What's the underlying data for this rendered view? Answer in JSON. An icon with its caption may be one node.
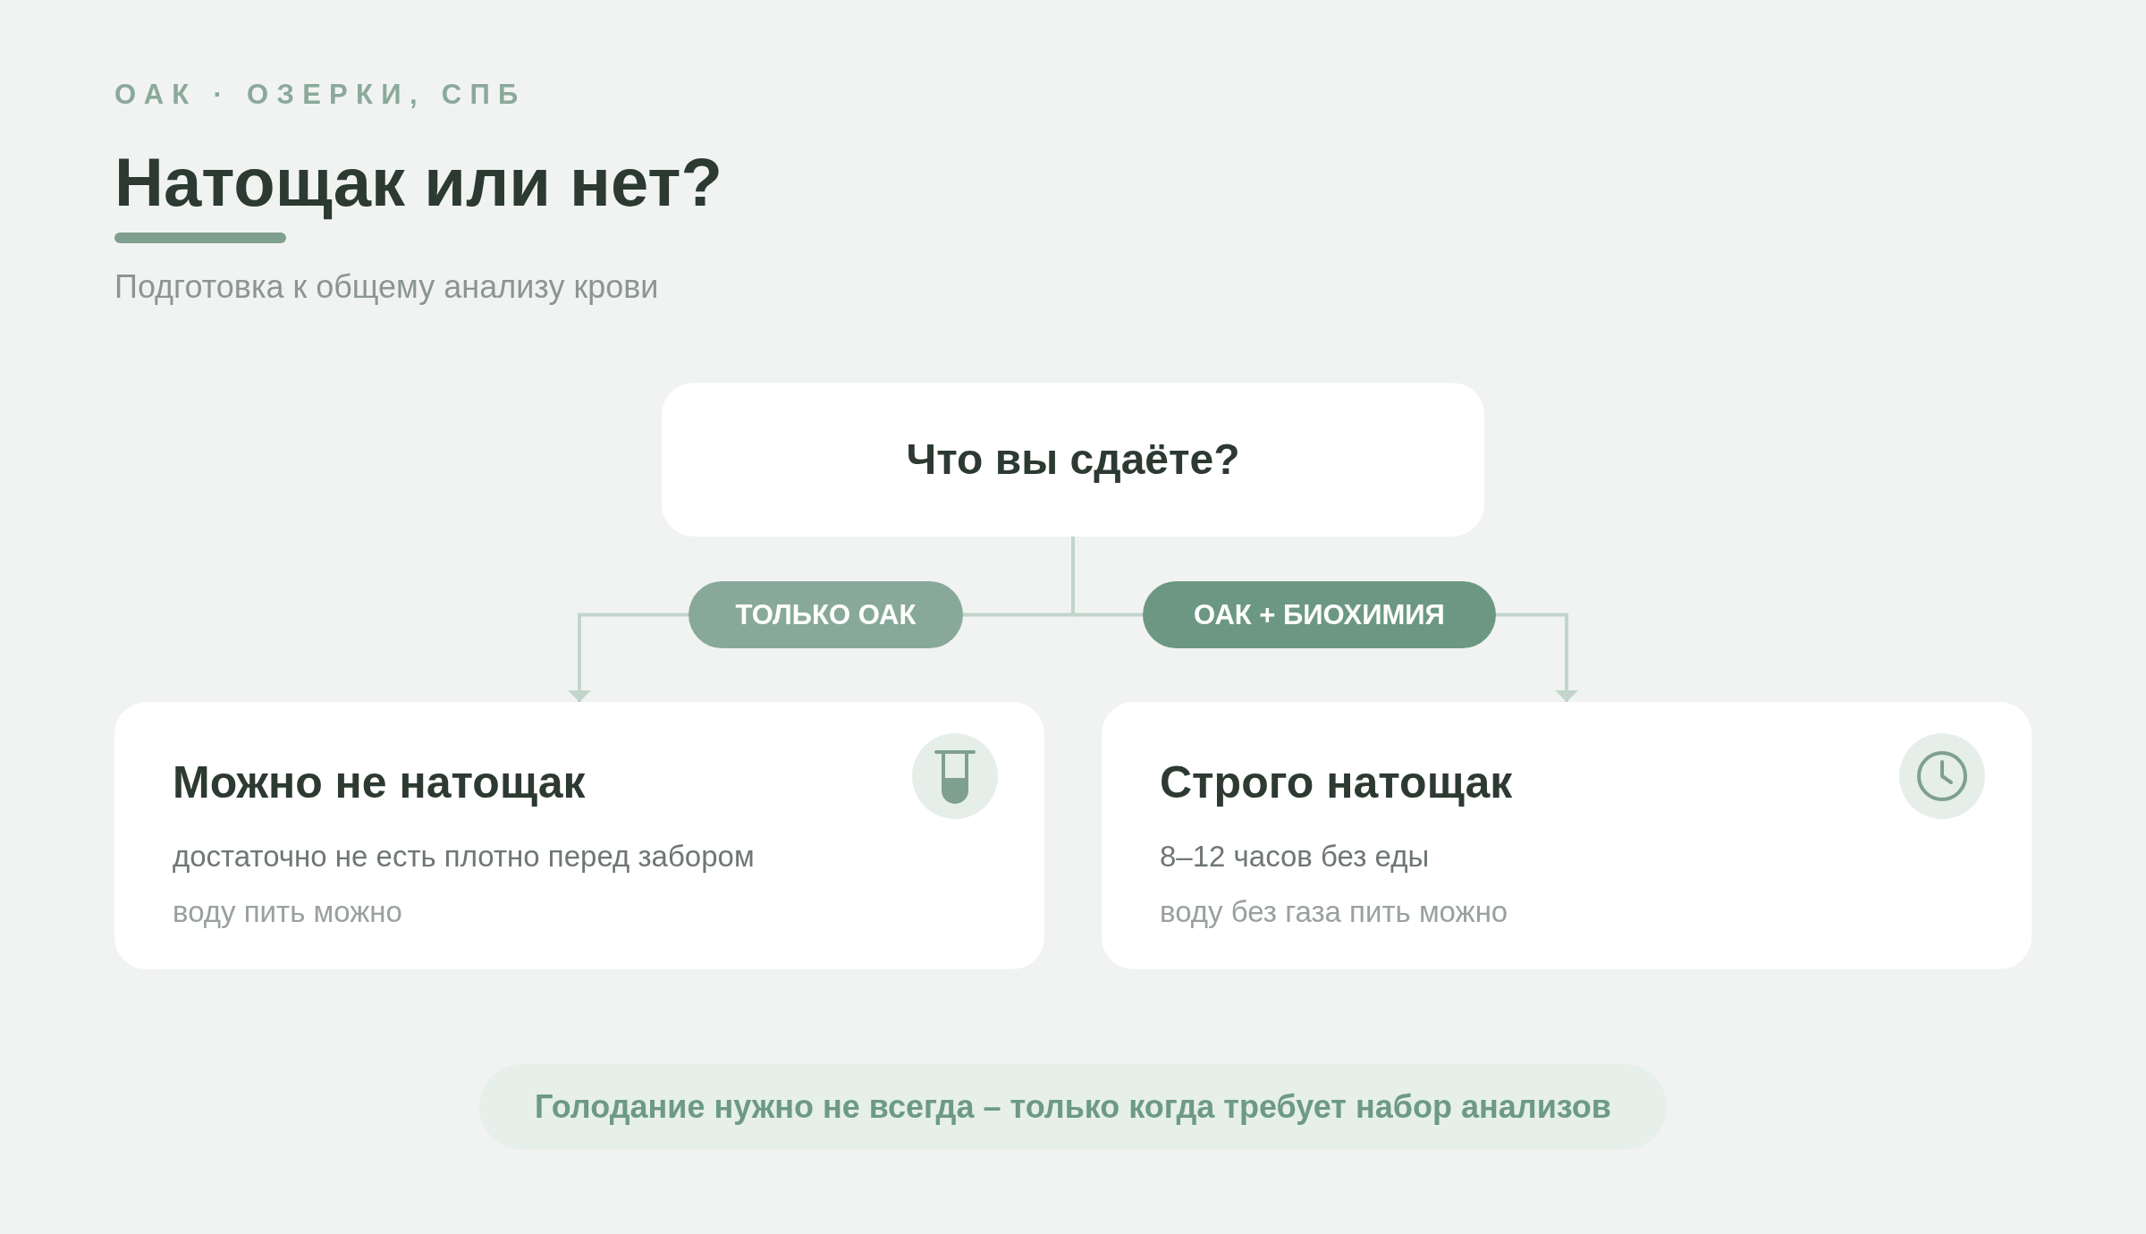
{
  "diagram": {
    "title": "Натощак или нет?",
    "nodes": [
      {
        "text": [
          "Что вы сдаёте?"
        ]
      },
      {
        "text": [
          "ТОЛЬКО ОАК"
        ]
      },
      {
        "text": [
          "ОАК + БИОХИМИЯ"
        ]
      },
      {
        "text": [
          "Можно не натощак",
          "достаточно не есть плотно перед забором",
          "воду пить можно"
        ]
      },
      {
        "text": [
          "Строго натощак",
          "8–12 часов без еды",
          "воду без газа пить можно"
        ]
      },
      {
        "text": [
          "Голодание нужно не всегда – только когда требует набор анализов"
        ]
      }
    ],
    "edges": [
      {
        "from": 0,
        "to": 1,
        "arrow": "none"
      },
      {
        "from": 0,
        "to": 2,
        "arrow": "none"
      },
      {
        "from": 1,
        "to": 3,
        "arrow": "to"
      },
      {
        "from": 2,
        "to": 4,
        "arrow": "to"
      }
    ],
    "labels": [
      "ОАК · ОЗЕРКИ, СПБ",
      "Подготовка к общему анализу крови"
    ]
  }
}
